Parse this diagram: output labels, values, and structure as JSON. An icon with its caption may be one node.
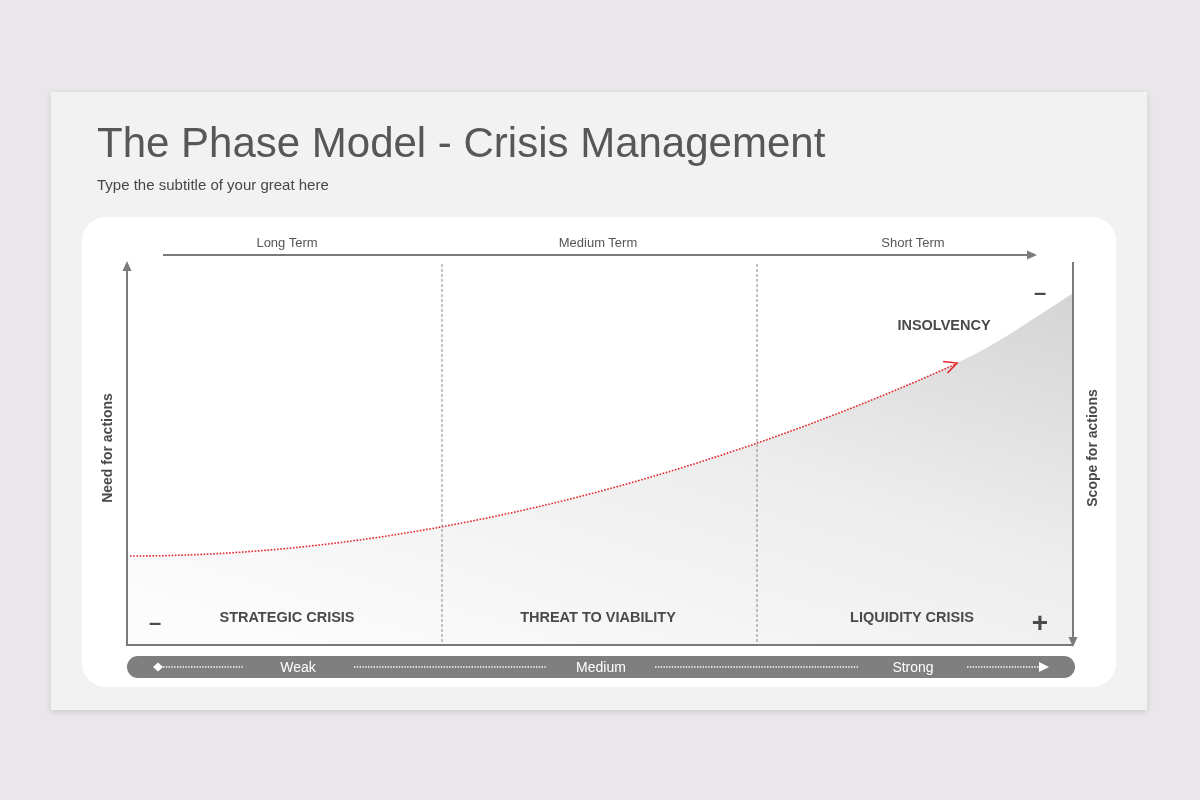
{
  "diagram": {
    "title": "The Phase Model - Crisis Management",
    "nodes": [
      {
        "text": [
          "Weak",
          "Medium",
          "Strong"
        ]
      }
    ],
    "labels": [
      "Type the subtitle of your great here",
      "Long Term",
      "Medium Term",
      "Short Term",
      "–",
      "INSOLVENCY",
      "Need for actions",
      "Scope for actions",
      "–",
      "STRATEGIC CRISIS",
      "THREAT TO VIABILITY",
      "LIQUIDITY CRISIS",
      "+"
    ]
  }
}
